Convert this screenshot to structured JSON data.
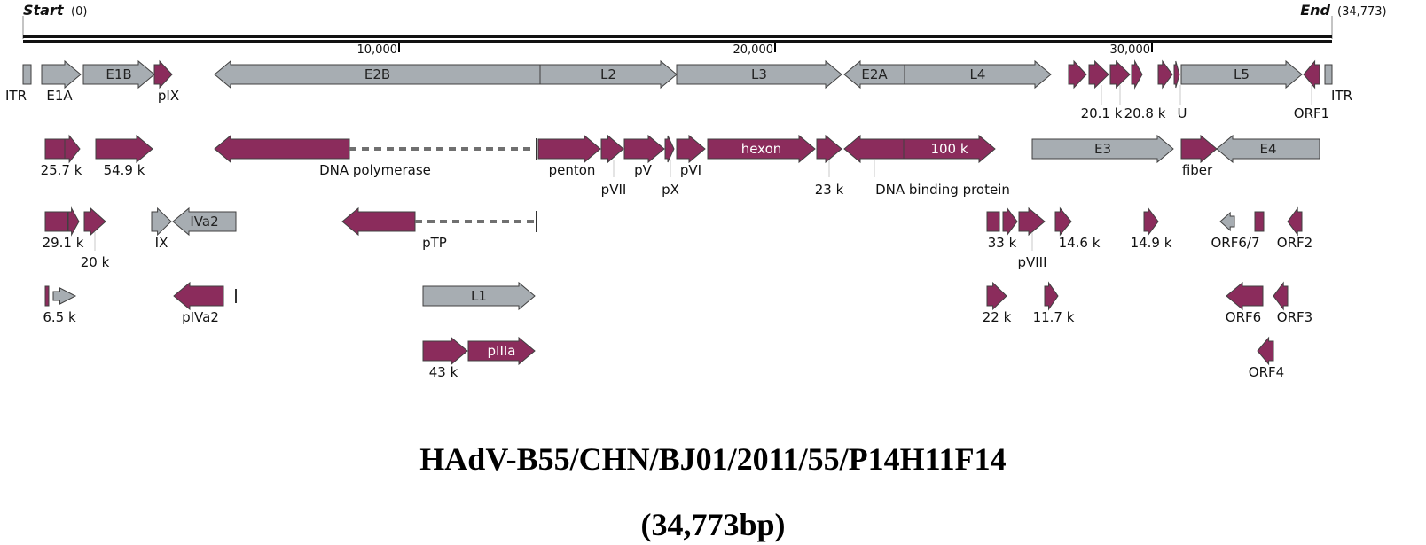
{
  "genome": {
    "start_label": "Start",
    "start_value": "(0)",
    "end_label": "End",
    "end_value": "(34,773)",
    "ticks": [
      "10,000",
      "20,000",
      "30,000"
    ]
  },
  "title": "HAdV-B55/CHN/BJ01/2011/55/P14H11F14",
  "subtitle": "(34,773bp)",
  "colors": {
    "gene": "#8b2c5c",
    "region": "#a7adb2",
    "outline": "#404040",
    "tick": "#000000"
  },
  "features": {
    "ITR_left": "ITR",
    "E1A": "E1A",
    "E1B": "E1B",
    "pIX": "pIX",
    "E2B": "E2B",
    "L2": "L2",
    "L3": "L3",
    "E2A": "E2A",
    "L4": "L4",
    "k20_1": "20.1 k",
    "k20_8": "20.8 k",
    "U": "U",
    "L5": "L5",
    "ORF1": "ORF1",
    "ITR_right": "ITR",
    "k25_7": "25.7 k",
    "k54_9": "54.9 k",
    "DNA_polymerase": "DNA polymerase",
    "penton": "penton",
    "pVII": "pVII",
    "pV": "pV",
    "pX": "pX",
    "pVI": "pVI",
    "hexon": "hexon",
    "k23": "23 k",
    "k100": "100 k",
    "DNA_binding_protein": "DNA binding protein",
    "E3": "E3",
    "fiber": "fiber",
    "E4": "E4",
    "k29_1": "29.1 k",
    "k20": "20 k",
    "IX": "IX",
    "IVa2": "IVa2",
    "pTP": "pTP",
    "k33": "33 k",
    "pVIII": "pVIII",
    "k14_6": "14.6 k",
    "k14_9": "14.9 k",
    "ORF6_7": "ORF6/7",
    "ORF2": "ORF2",
    "k6_5": "6.5 k",
    "pIVa2": "pIVa2",
    "L1": "L1",
    "k22": "22 k",
    "k11_7": "11.7 k",
    "ORF6": "ORF6",
    "ORF3": "ORF3",
    "k43": "43 k",
    "pIIIa": "pIIIa",
    "ORF4": "ORF4"
  }
}
